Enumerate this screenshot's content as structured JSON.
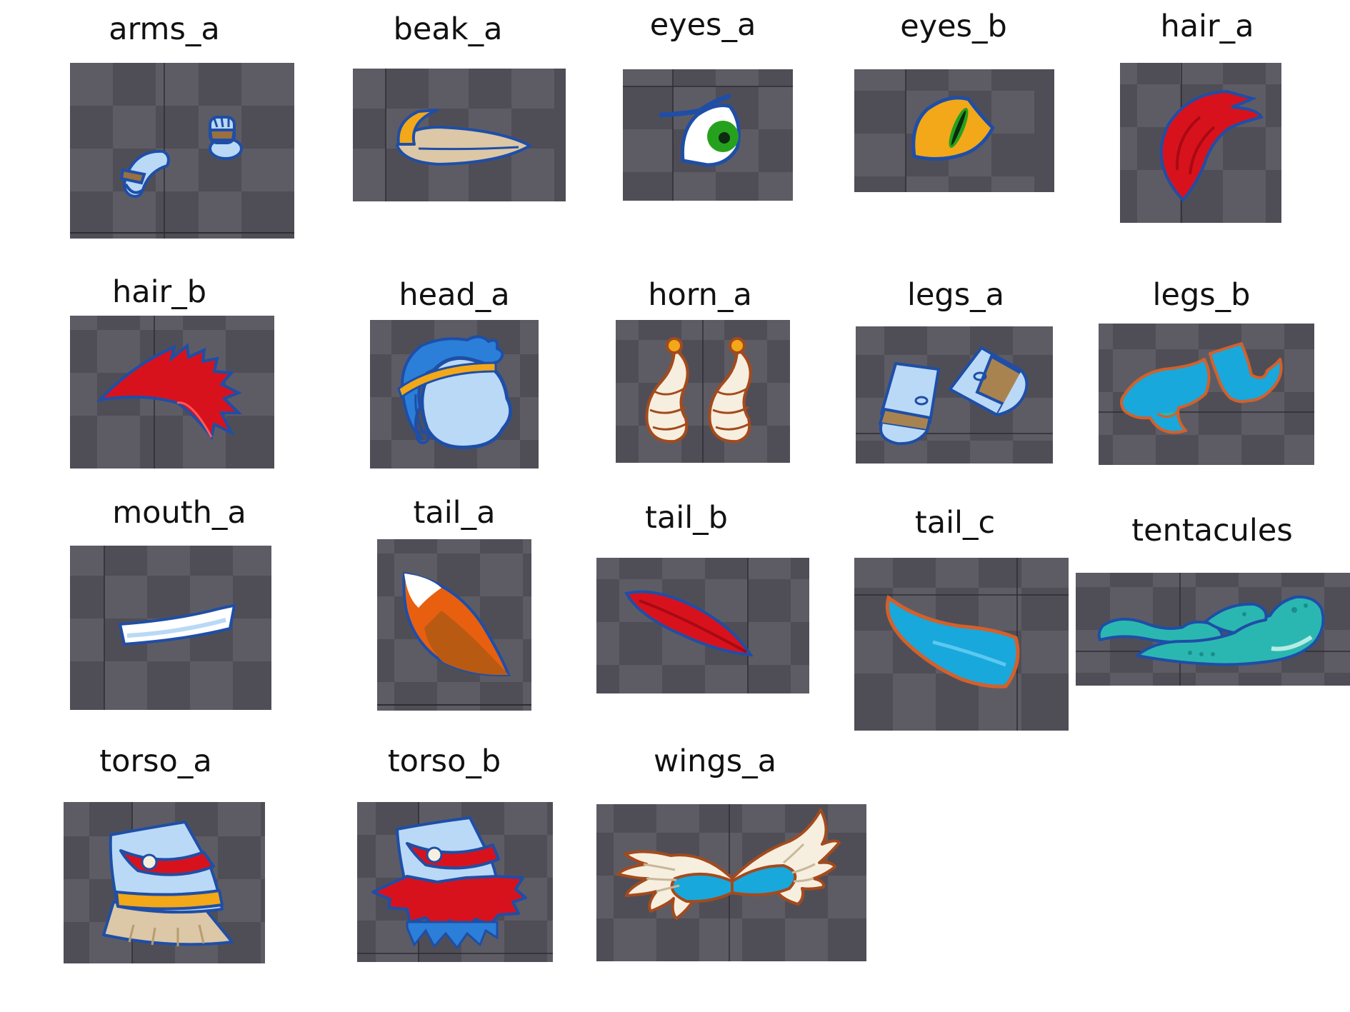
{
  "sheet": {
    "colors": {
      "checker_dark": "#4f4e57",
      "checker_light": "#5d5c65",
      "outline_blue": "#1f4ea6",
      "outline_brown": "#a44a1c",
      "red": "#d8121d",
      "dark_red": "#a80a12",
      "orange": "#e8600f",
      "skin_blue": "#b9d9f6",
      "cyan": "#18a8dc",
      "teal": "#2bb7b1",
      "tan": "#dcc7a6",
      "yellow": "#f2a818",
      "cream": "#f6efdf",
      "green": "#26a11e",
      "white": "#ffffff"
    },
    "parts": [
      {
        "label": "arms_a",
        "icon": "arms-icon"
      },
      {
        "label": "beak_a",
        "icon": "beak-icon"
      },
      {
        "label": "eyes_a",
        "icon": "eye-icon"
      },
      {
        "label": "eyes_b",
        "icon": "cat-eye-icon"
      },
      {
        "label": "hair_a",
        "icon": "hair-tuft-icon"
      },
      {
        "label": "hair_b",
        "icon": "hair-spiky-icon"
      },
      {
        "label": "head_a",
        "icon": "head-icon"
      },
      {
        "label": "horn_a",
        "icon": "horns-icon"
      },
      {
        "label": "legs_a",
        "icon": "boots-icon"
      },
      {
        "label": "legs_b",
        "icon": "legs-icon"
      },
      {
        "label": "mouth_a",
        "icon": "mouth-icon"
      },
      {
        "label": "tail_a",
        "icon": "fox-tail-icon"
      },
      {
        "label": "tail_b",
        "icon": "feather-tail-icon"
      },
      {
        "label": "tail_c",
        "icon": "curved-tail-icon"
      },
      {
        "label": "tentacules",
        "icon": "tentacles-icon"
      },
      {
        "label": "torso_a",
        "icon": "torso-icon"
      },
      {
        "label": "torso_b",
        "icon": "torso-feathered-icon"
      },
      {
        "label": "wings_a",
        "icon": "wings-icon"
      }
    ]
  }
}
